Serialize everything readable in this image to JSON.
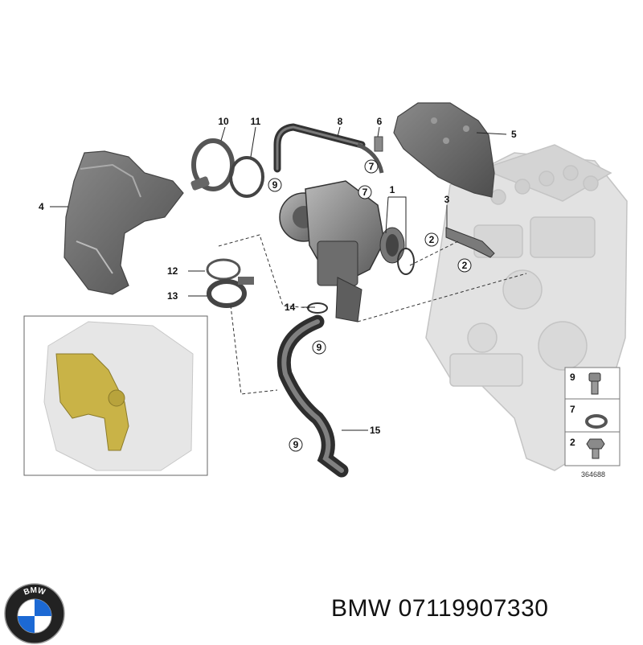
{
  "diagram": {
    "callouts": [
      {
        "id": "c1",
        "label": "1"
      },
      {
        "id": "c2a",
        "label": "2"
      },
      {
        "id": "c2b",
        "label": "2"
      },
      {
        "id": "c3",
        "label": "3"
      },
      {
        "id": "c4",
        "label": "4"
      },
      {
        "id": "c5",
        "label": "5"
      },
      {
        "id": "c6",
        "label": "6"
      },
      {
        "id": "c7a",
        "label": "7"
      },
      {
        "id": "c7b",
        "label": "7"
      },
      {
        "id": "c8",
        "label": "8"
      },
      {
        "id": "c9a",
        "label": "9"
      },
      {
        "id": "c9b",
        "label": "9"
      },
      {
        "id": "c9c",
        "label": "9"
      },
      {
        "id": "c10",
        "label": "10"
      },
      {
        "id": "c11",
        "label": "11"
      },
      {
        "id": "c12",
        "label": "12"
      },
      {
        "id": "c13",
        "label": "13"
      },
      {
        "id": "c14",
        "label": "14"
      },
      {
        "id": "c15",
        "label": "15"
      }
    ],
    "legend": [
      {
        "label": "9",
        "icon": "socket-screw-icon"
      },
      {
        "label": "7",
        "icon": "seal-ring-icon"
      },
      {
        "label": "2",
        "icon": "hex-bolt-icon"
      }
    ],
    "reference_number": "364688"
  },
  "brand": {
    "logo_letters": "BMW",
    "caption": "BMW 07119907330"
  },
  "colors": {
    "line": "#222222",
    "part_dark": "#6d6d6d",
    "part_mid": "#9a9a9a",
    "engine_ghost": "#d9d9d9",
    "highlight": "#c9b347",
    "bmw_blue": "#1c69d4"
  }
}
